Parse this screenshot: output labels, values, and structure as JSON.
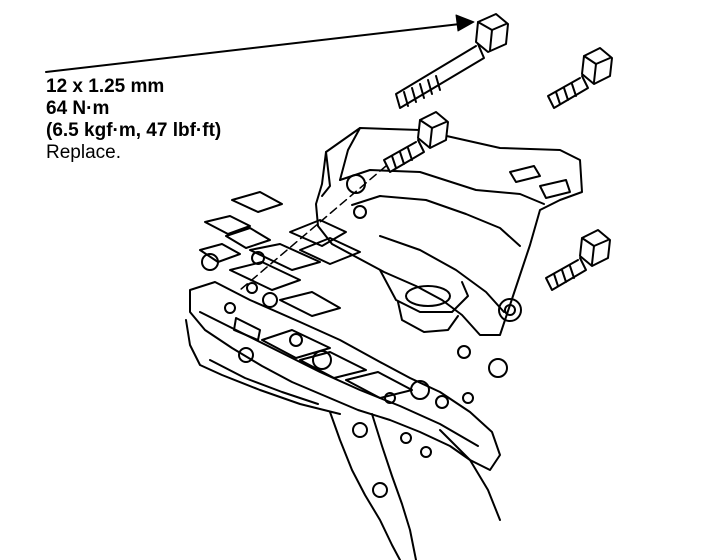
{
  "callout": {
    "size": "12 x 1.25 mm",
    "torque_nm": "64 N·m",
    "torque_alt": "(6.5 kgf·m, 47 lbf·ft)",
    "note": "Replace."
  }
}
